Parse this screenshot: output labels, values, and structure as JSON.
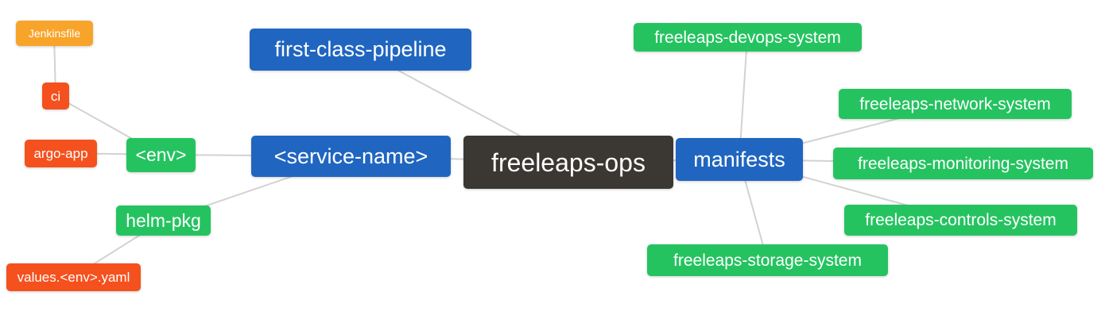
{
  "diagram": {
    "type": "mindmap",
    "root": "freeleaps-ops",
    "colors": {
      "background": "#ffffff",
      "text": "#ffffff",
      "edge": "#d2d2d2",
      "root": "#3b3733",
      "branch": "#2066c0",
      "green": "#25c360",
      "red": "#f4511e",
      "orange": "#f8a42a"
    },
    "nodes": {
      "freeleaps_ops": {
        "label": "freeleaps-ops",
        "level": 0,
        "parent": null
      },
      "first_class_pipeline": {
        "label": "first-class-pipeline",
        "level": 1,
        "parent": "freeleaps_ops"
      },
      "service_name": {
        "label": "<service-name>",
        "level": 1,
        "parent": "freeleaps_ops"
      },
      "manifests": {
        "label": "manifests",
        "level": 1,
        "parent": "freeleaps_ops"
      },
      "env": {
        "label": "<env>",
        "level": 2,
        "parent": "service_name"
      },
      "helm_pkg": {
        "label": "helm-pkg",
        "level": 2,
        "parent": "service_name"
      },
      "ci": {
        "label": "ci",
        "level": 3,
        "parent": "env"
      },
      "argo_app": {
        "label": "argo-app",
        "level": 3,
        "parent": "env"
      },
      "jenkinsfile": {
        "label": "Jenkinsfile",
        "level": 4,
        "parent": "ci"
      },
      "values_env_yaml": {
        "label": "values.<env>.yaml",
        "level": 3,
        "parent": "helm_pkg"
      },
      "devops_system": {
        "label": "freeleaps-devops-system",
        "level": 2,
        "parent": "manifests"
      },
      "network_system": {
        "label": "freeleaps-network-system",
        "level": 2,
        "parent": "manifests"
      },
      "monitoring_system": {
        "label": "freeleaps-monitoring-system",
        "level": 2,
        "parent": "manifests"
      },
      "controls_system": {
        "label": "freeleaps-controls-system",
        "level": 2,
        "parent": "manifests"
      },
      "storage_system": {
        "label": "freeleaps-storage-system",
        "level": 2,
        "parent": "manifests"
      }
    },
    "edges": [
      [
        "jenkinsfile",
        "ci"
      ],
      [
        "ci",
        "env"
      ],
      [
        "argo_app",
        "env"
      ],
      [
        "env",
        "service_name"
      ],
      [
        "helm_pkg",
        "service_name"
      ],
      [
        "values_env_yaml",
        "helm_pkg"
      ],
      [
        "first_class_pipeline",
        "freeleaps_ops"
      ],
      [
        "service_name",
        "freeleaps_ops"
      ],
      [
        "freeleaps_ops",
        "manifests"
      ],
      [
        "manifests",
        "devops_system"
      ],
      [
        "manifests",
        "network_system"
      ],
      [
        "manifests",
        "monitoring_system"
      ],
      [
        "manifests",
        "controls_system"
      ],
      [
        "manifests",
        "storage_system"
      ]
    ]
  }
}
